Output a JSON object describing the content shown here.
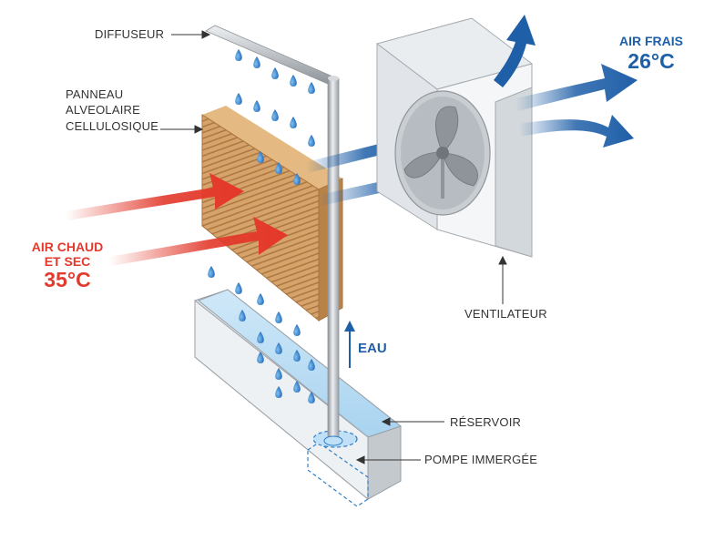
{
  "labels": {
    "diffuseur": "DIFFUSEUR",
    "panneau_line1": "PANNEAU",
    "panneau_line2": "ALVEOLAIRE",
    "panneau_line3": "CELLULOSIQUE",
    "ventilateur": "VENTILATEUR",
    "reservoir": "RÉSERVOIR",
    "pompe": "POMPE IMMERGÉE",
    "eau": "EAU"
  },
  "hot_air": {
    "line1": "AIR CHAUD",
    "line2": "ET SEC",
    "temp": "35°C"
  },
  "cold_air": {
    "line1": "AIR FRAIS",
    "temp": "26°C"
  },
  "colors": {
    "hot": "#e23a2c",
    "cold": "#1f5fa8",
    "water": "#2f7ec7",
    "pad": "#c9955c"
  }
}
